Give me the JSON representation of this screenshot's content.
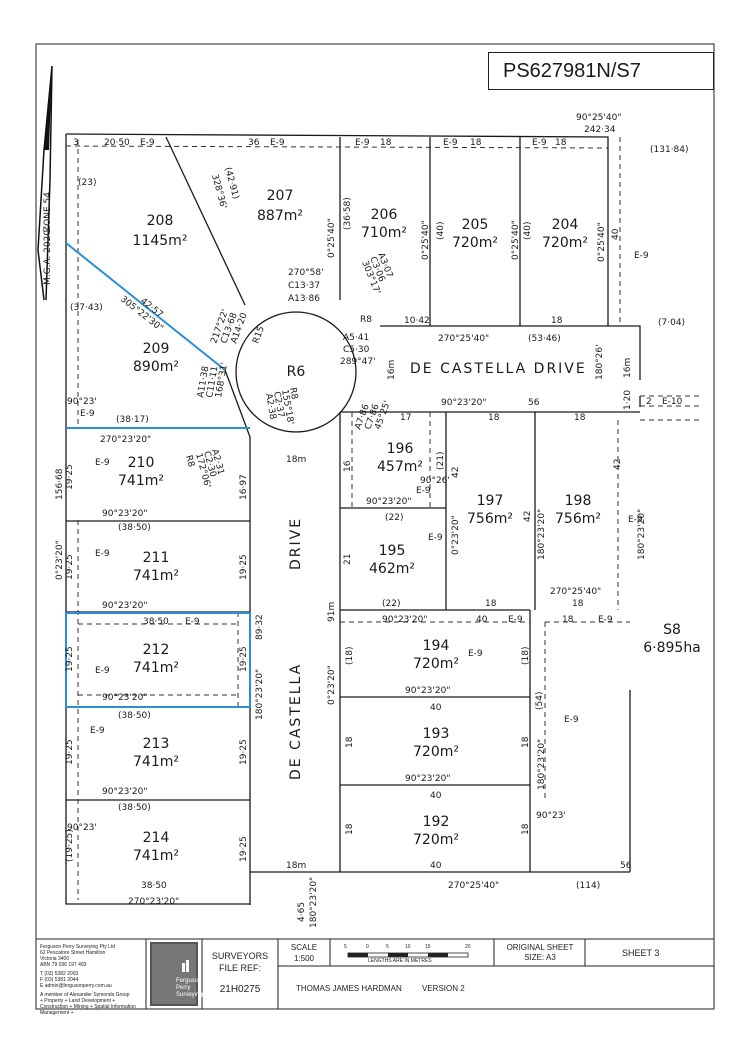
{
  "plan_number": "PS627981N/S7",
  "north": {
    "grid": "M.G.A. 2020",
    "zone": "ZONE 54"
  },
  "road_name": "DE CASTELLA DRIVE",
  "road_parts": {
    "de_castella": "DE CASTELLA",
    "drive": "DRIVE"
  },
  "reserve": "R6",
  "lots": [
    {
      "id": "208",
      "area": "1145m²"
    },
    {
      "id": "207",
      "area": "887m²"
    },
    {
      "id": "206",
      "area": "710m²"
    },
    {
      "id": "205",
      "area": "720m²"
    },
    {
      "id": "204",
      "area": "720m²"
    },
    {
      "id": "209",
      "area": "890m²"
    },
    {
      "id": "210",
      "area": "741m²"
    },
    {
      "id": "211",
      "area": "741m²"
    },
    {
      "id": "212",
      "area": "741m²"
    },
    {
      "id": "213",
      "area": "741m²"
    },
    {
      "id": "214",
      "area": "741m²"
    },
    {
      "id": "196",
      "area": "457m²"
    },
    {
      "id": "197",
      "area": "756m²"
    },
    {
      "id": "198",
      "area": "756m²"
    },
    {
      "id": "195",
      "area": "462m²"
    },
    {
      "id": "194",
      "area": "720m²"
    },
    {
      "id": "193",
      "area": "720m²"
    },
    {
      "id": "192",
      "area": "720m²"
    }
  ],
  "balance": {
    "id": "S8",
    "area": "6·895ha"
  },
  "dims": {
    "top_bearing": "90°25'40\"",
    "top_length": "242·34",
    "top_131": "(131·84)",
    "d2050": "20·50",
    "d36": "36",
    "d18a": "18",
    "d18b": "18",
    "d18c": "18",
    "e9": "E-9",
    "n3": "3",
    "d23": "(23)",
    "d3743": "(37·43)",
    "d4291": "(42·91)",
    "b32836": "328°36'",
    "d3658": "(36·58)",
    "b02540": "0°25'40\"",
    "d40": "(40)",
    "d40b": "40",
    "d4257": "42·57",
    "b305": "305°22'30\"",
    "arc1": "270°58'",
    "arc1b": "C13·37",
    "arc1c": "A13·86",
    "arc2": "303°17'",
    "arc2b": "C3·06",
    "arc2c": "A3·07",
    "arc3": "217°22'",
    "arc3b": "C13·68",
    "arc3c": "A14·20",
    "r15": "R15",
    "arc4": "A5·41",
    "arc4b": "C5·30",
    "arc4c": "289°47'",
    "r8": "R8",
    "d1042": "10·42",
    "b270": "270°25'40\"",
    "d5346": "(53·46)",
    "d704": "(7·04)",
    "b18026": "180°26'",
    "d16m": "16m",
    "d120": "1·20",
    "e10": "E-10",
    "d2": "2",
    "arc5": "A11·38",
    "arc5b": "C11·11",
    "arc5c": "168°31'",
    "arc6": "155°18'",
    "arc6b": "C2·37",
    "arc6c": "A2·38",
    "b9023": "90°23'",
    "d3817": "(38·17)",
    "b27023": "270°23'20\"",
    "arc7": "A2·31",
    "arc7b": "C2·30",
    "arc7c": "172°06'",
    "d1697": "16·97",
    "d18m": "18m",
    "d15668": "156·68",
    "d1925": "19·25",
    "d1925p": "(19·25)",
    "b02320": "0°23'20\"",
    "b9023s": "90°23'20\"",
    "d3850p": "(38·50)",
    "d3850": "38·50",
    "d8932": "89·32",
    "b18023": "180°23'20\"",
    "d465": "4·65",
    "arc8": "A7·86",
    "arc8b": "C7·86",
    "arc8c": "45°25'",
    "d17": "17",
    "d21p": "(21)",
    "d42": "42",
    "d16": "16",
    "b90026": "90°26'",
    "d22p": "(22)",
    "d21": "21",
    "d91m": "91m",
    "d18p": "(18)",
    "d54p": "(54)",
    "d56": "56",
    "d114": "(114)",
    "b90023": "90°23'"
  },
  "title_block": {
    "firm": "Ferguson Perry Surveying Pty Ltd",
    "address1": "62 Pescatore Street Hamilton",
    "address2": "Victoria 3400",
    "abn": "ABN 79 036 197 493",
    "phone": "T (03) 5382 2003",
    "fax": "F (03) 5381 2044",
    "email": "E admin@fergusonperry.com.au",
    "group": "A member of Alexander Symonds Group",
    "services": "+ Property + Land Development + Construction + Mining + Spatial Information Management +",
    "logo_line1": "Ferguson",
    "logo_line2": "Perry",
    "logo_line3": "Surveying",
    "surveyors_label": "SURVEYORS",
    "file_ref_label": "FILE REF:",
    "file_ref": "21H0275",
    "scale_label": "SCALE",
    "scale": "1:500",
    "scale_ticks": [
      "5",
      "0",
      "5",
      "10",
      "15",
      "20"
    ],
    "scale_caption": "LENGTHS ARE IN METRES",
    "orig_label": "ORIGINAL SHEET",
    "orig_size": "SIZE: A3",
    "sheet": "SHEET 3",
    "surveyor": "THOMAS JAMES HARDMAN",
    "version": "VERSION 2"
  },
  "colors": {
    "highlight": "#2a8fd6",
    "line": "#1a1a1a"
  }
}
